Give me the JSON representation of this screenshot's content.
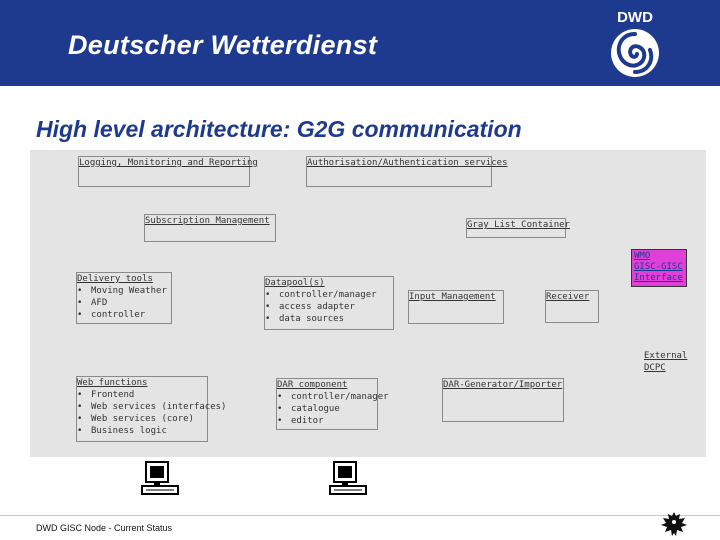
{
  "header": {
    "title": "Deutscher Wetterdienst",
    "logo_text": "DWD"
  },
  "slide": {
    "title": "High level architecture: G2G communication"
  },
  "boxes": {
    "logging": {
      "title": "Logging, Monitoring and Reporting"
    },
    "auth": {
      "title": "Authorisation/Authentication services"
    },
    "subscription": {
      "title": "Subscription Management"
    },
    "graylist": {
      "title": "Gray List Container"
    },
    "delivery": {
      "title": "Delivery tools",
      "items": [
        "Moving Weather",
        "AFD",
        "controller"
      ]
    },
    "datapool": {
      "title": "Datapool(s)",
      "items": [
        "controller/manager",
        "access adapter",
        "data sources"
      ]
    },
    "input": {
      "title": "Input Management"
    },
    "receiver": {
      "title": "Receiver"
    },
    "webfunctions": {
      "title": "Web functions",
      "items": [
        "Frontend",
        "Web services (interfaces)",
        "Web services (core)",
        "Business logic"
      ]
    },
    "dar": {
      "title": "DAR component",
      "items": [
        "controller/manager",
        "catalogue",
        "editor"
      ]
    },
    "dargen": {
      "title": "DAR-Generator/Importer"
    }
  },
  "wmo": {
    "lines": [
      "WMO",
      "GISC-GISC",
      "Interface"
    ]
  },
  "external": {
    "lines": [
      "External",
      "DCPC"
    ]
  },
  "footer": {
    "text": "DWD GISC Node - Current Status"
  },
  "colors": {
    "header_bg": "#1d3a8f",
    "title_color": "#1d3a8f",
    "diagram_bg": "#e4e4e4",
    "wmo_bg": "#e040d8"
  }
}
